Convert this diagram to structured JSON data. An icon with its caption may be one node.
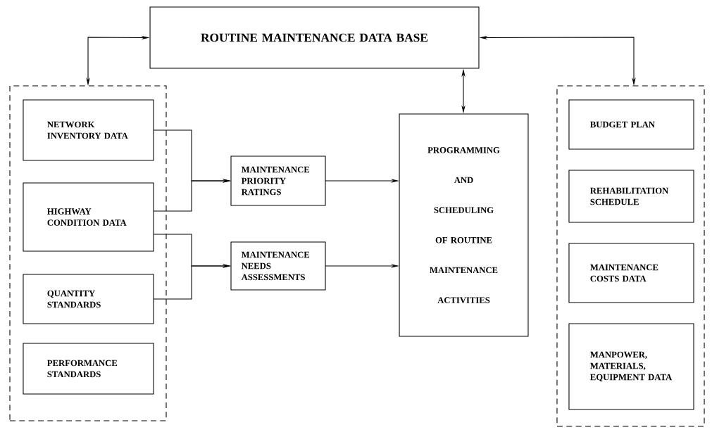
{
  "diagram": {
    "nodes": [
      {
        "text": [
          "ROUTINE MAINTENANCE DATA BASE"
        ]
      },
      {
        "text": [],
        "shape": "box"
      },
      {
        "text": [
          "NETWORK INVENTORY DATA"
        ],
        "in": 1
      },
      {
        "text": [
          "HIGHWAY CONDITION DATA"
        ],
        "in": 1
      },
      {
        "text": [
          "QUANTITY STANDARDS"
        ],
        "in": 1
      },
      {
        "text": [
          "PERFORMANCE STANDARDS"
        ],
        "in": 1
      },
      {
        "text": [
          "MAINTENANCE PRIORITY RATINGS"
        ]
      },
      {
        "text": [
          "MAINTENANCE NEEDS ASSESSMENTS"
        ]
      },
      {
        "text": [
          "PROGRAMMING AND SCHEDULING OF ROUTINE MAINTENANCE ACTIVITIES"
        ]
      },
      {
        "text": [],
        "shape": "box"
      },
      {
        "text": [
          "BUDGET PLAN"
        ],
        "in": 9
      },
      {
        "text": [
          "REHABILITATION SCHEDULE"
        ],
        "in": 9
      },
      {
        "text": [
          "MAINTENANCE COSTS DATA"
        ],
        "in": 9
      },
      {
        "text": [
          "MANPOWER, MATERIALS, EQUIPMENT DATA"
        ],
        "in": 9
      }
    ],
    "edges": [
      {
        "from": 0,
        "to": 1,
        "arrow": "both"
      },
      {
        "from": 0,
        "to": 9,
        "arrow": "both"
      },
      {
        "from": 0,
        "to": 8,
        "arrow": "both"
      },
      {
        "from": 2,
        "to": 6,
        "arrow": "to"
      },
      {
        "from": 3,
        "to": 6,
        "arrow": "to"
      },
      {
        "from": 3,
        "to": 7,
        "arrow": "to"
      },
      {
        "from": 4,
        "to": 7,
        "arrow": "to"
      },
      {
        "from": 6,
        "to": 8,
        "arrow": "to"
      },
      {
        "from": 7,
        "to": 8,
        "arrow": "to"
      }
    ]
  }
}
